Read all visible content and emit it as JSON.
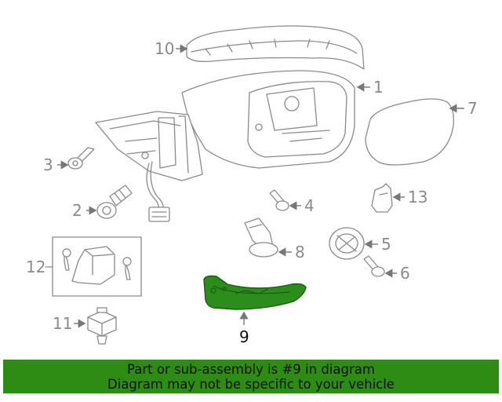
{
  "diagram": {
    "callouts": {
      "c1": "1",
      "c2": "2",
      "c3": "3",
      "c4": "4",
      "c5": "5",
      "c6": "6",
      "c7": "7",
      "c8": "8",
      "c9": "9",
      "c10": "10",
      "c11": "11",
      "c12": "12",
      "c13": "13"
    },
    "highlighted_part": "9",
    "highlight_color": "#2e8b13"
  },
  "banner": {
    "line1": "Part or sub-assembly is #9 in diagram",
    "line2": "Diagram may not be specific to your vehicle",
    "background": "#2e8b13"
  }
}
